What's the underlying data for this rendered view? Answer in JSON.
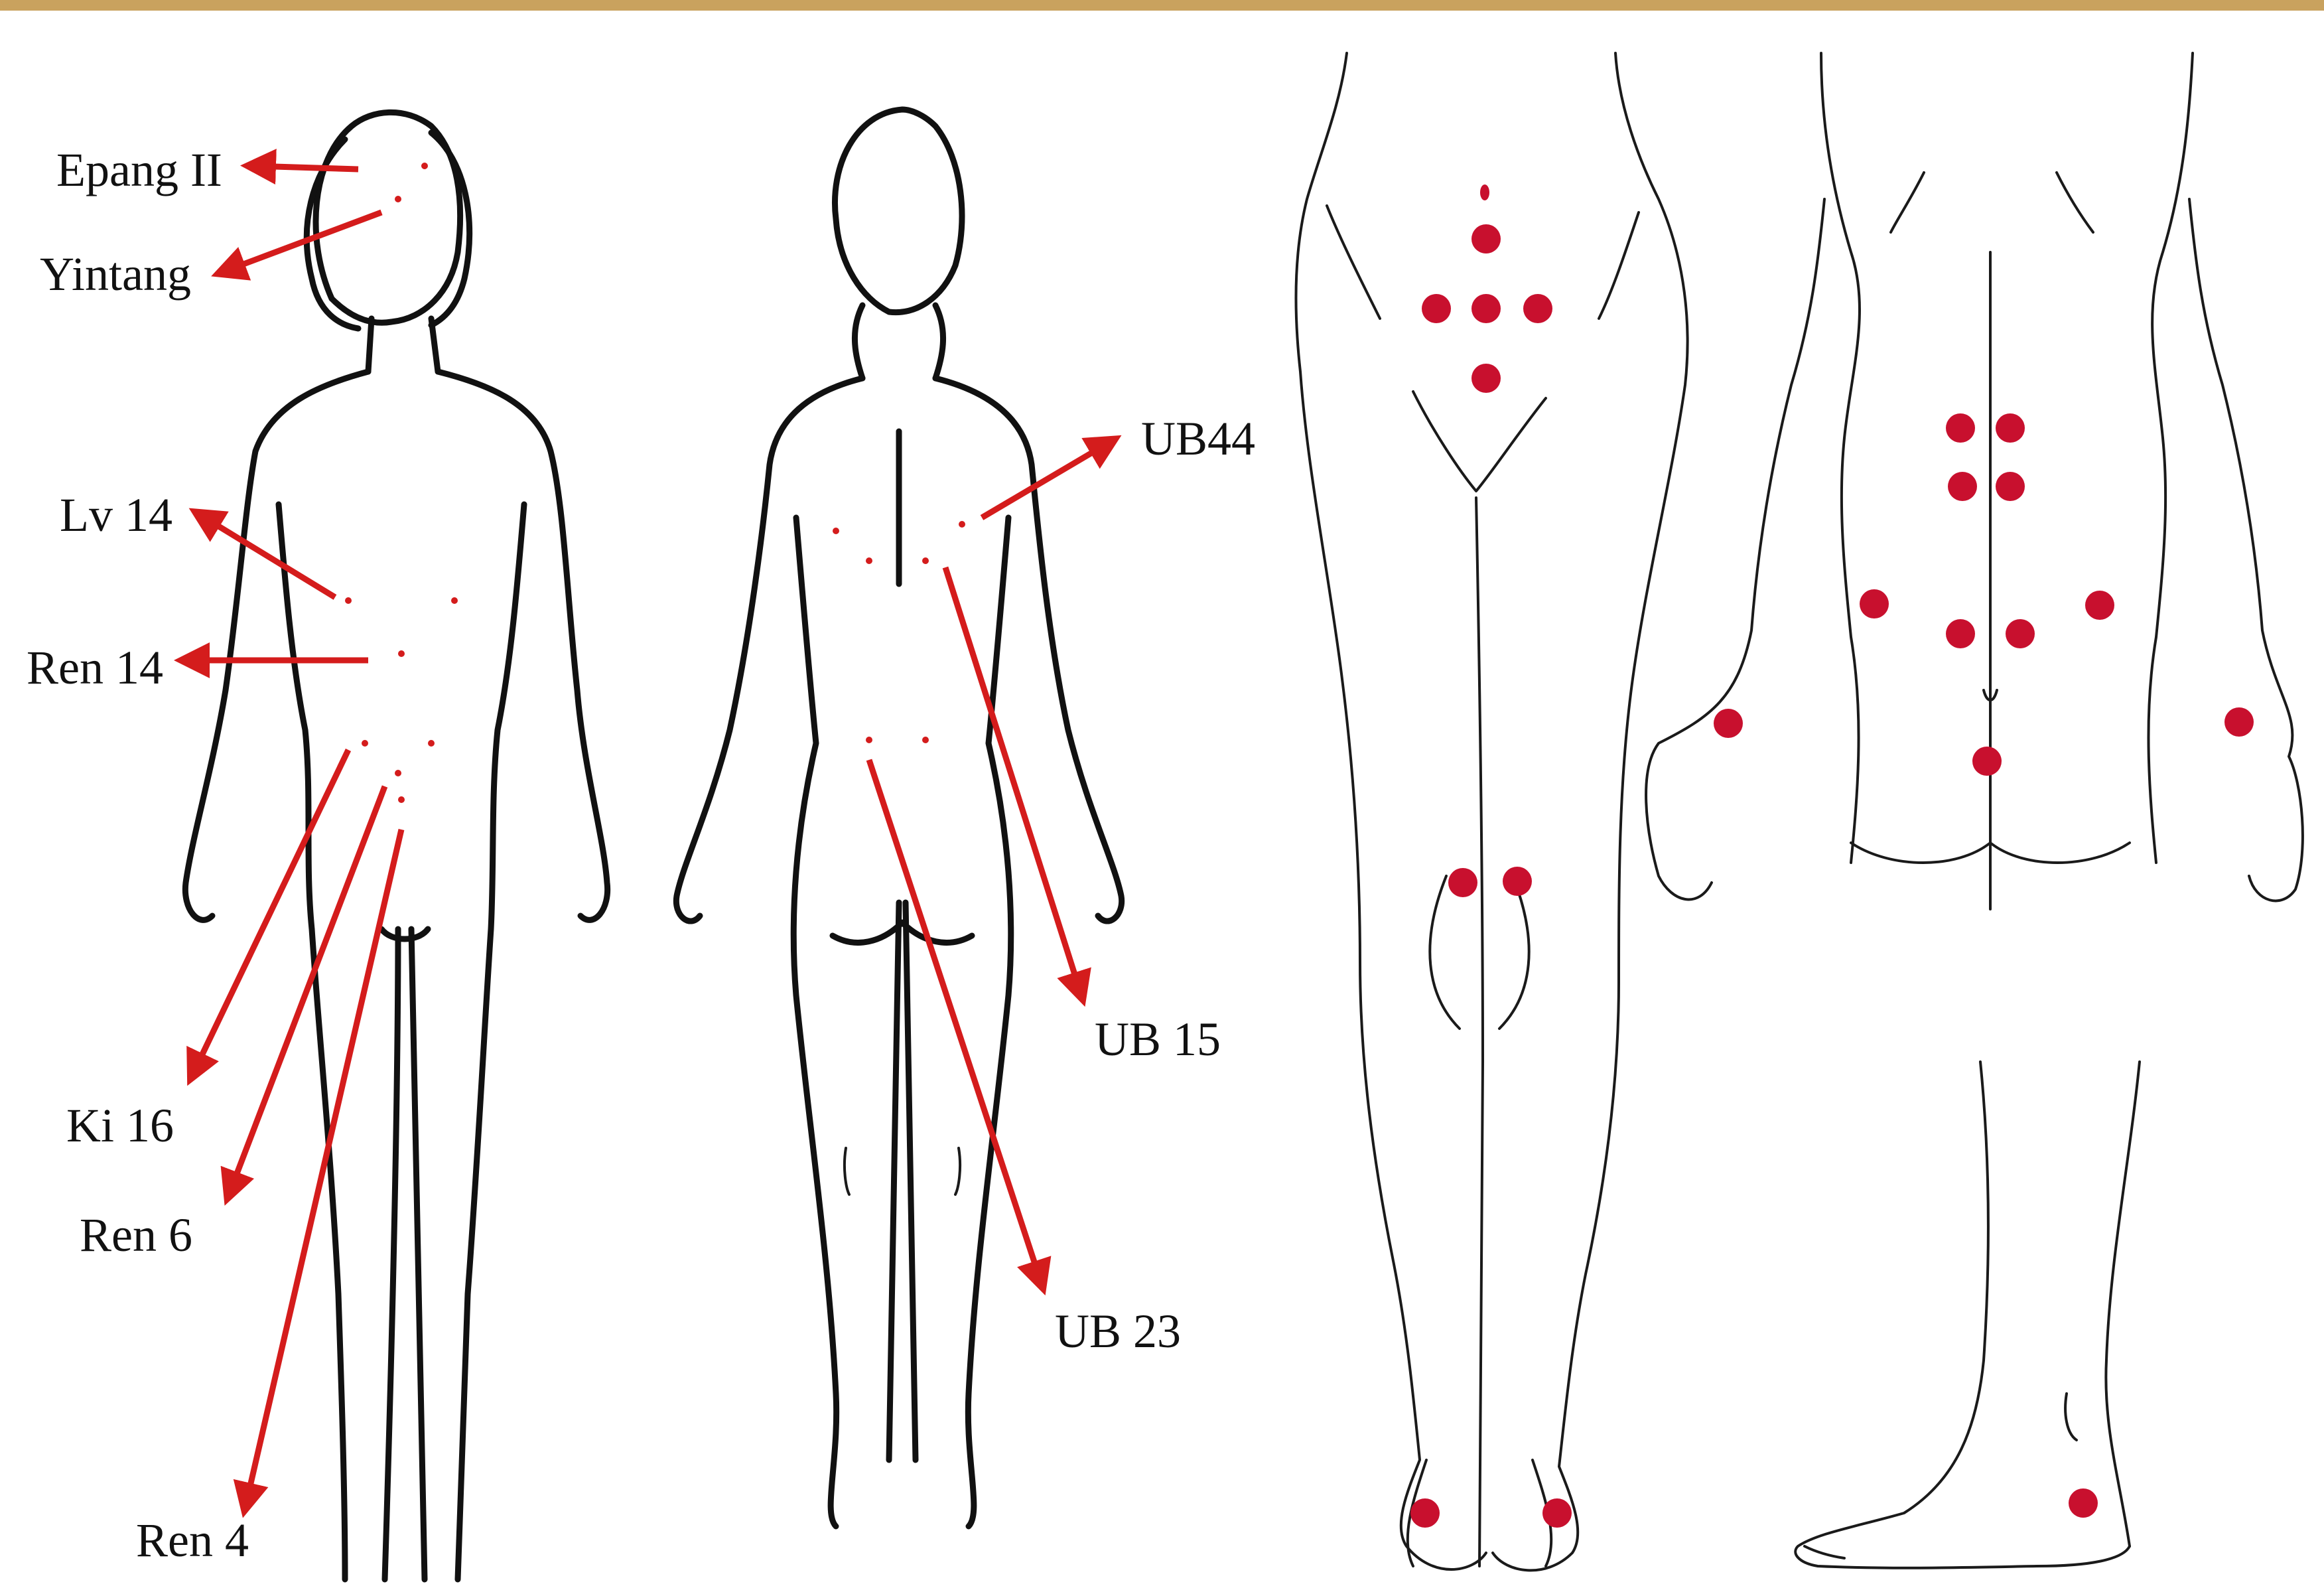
{
  "colors": {
    "accent": "#d41c1c",
    "point_dot": "#c8102e",
    "band": "#c9a25e",
    "outline": "#111111"
  },
  "left_panel": {
    "labels": {
      "epang": "Epang II",
      "yintang": "Yintang",
      "lv14": "Lv 14",
      "ren14": "Ren 14",
      "ki16": "Ki 16",
      "ren6": "Ren 6",
      "ren4": "Ren 4",
      "ub44": "UB44",
      "ub15": "UB 15",
      "ub23": "UB 23"
    }
  }
}
